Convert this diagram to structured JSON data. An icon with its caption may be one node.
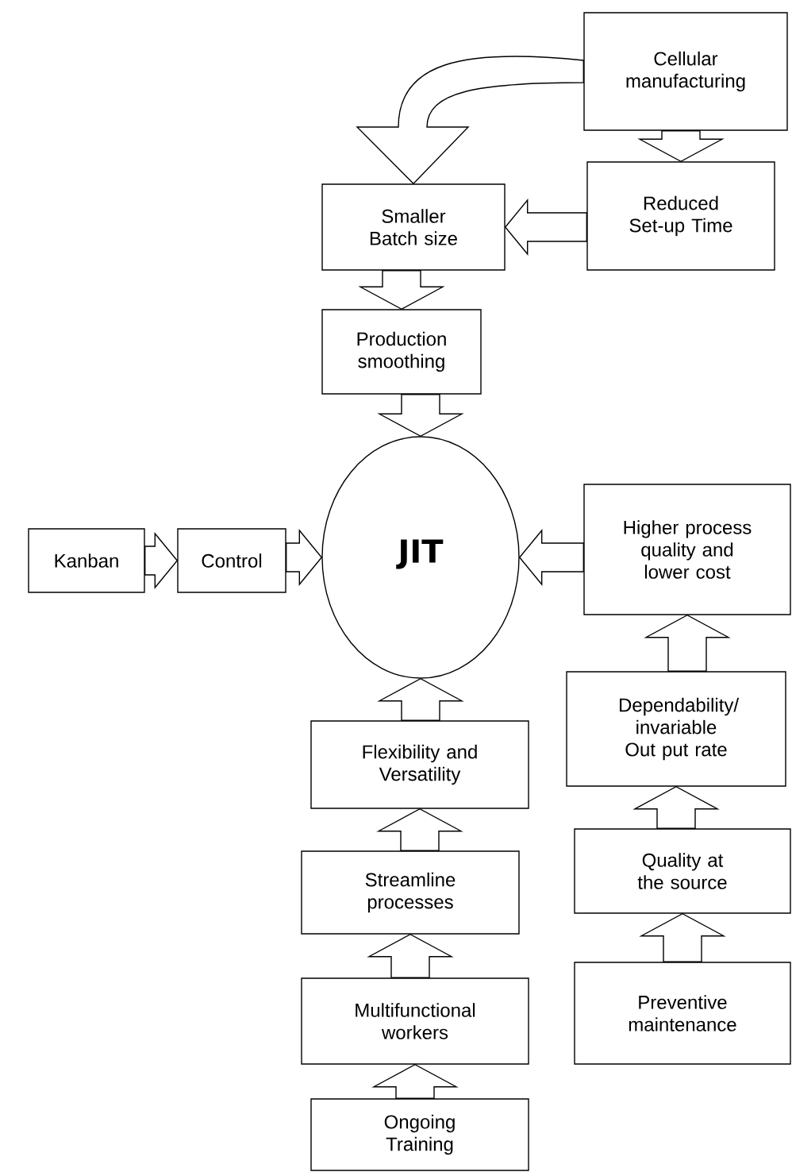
{
  "diagram": {
    "nodes": [
      {
        "text": [
          "Cellular manufacturing"
        ]
      },
      {
        "text": [
          "Reduced Set-up Time"
        ]
      },
      {
        "text": [
          "Smaller Batch size"
        ]
      },
      {
        "text": [
          "Production smoothing"
        ]
      },
      {
        "text": [
          "JIT"
        ]
      },
      {
        "text": [
          "Kanban"
        ]
      },
      {
        "text": [
          "Control"
        ]
      },
      {
        "text": [
          "Higher process quality and lower cost"
        ]
      },
      {
        "text": [
          "Flexibility and Versatility"
        ]
      },
      {
        "text": [
          "Streamline processes"
        ]
      },
      {
        "text": [
          "Multifunctional workers"
        ]
      },
      {
        "text": [
          "Ongoing Training"
        ]
      },
      {
        "text": [
          "Dependability/ invariable Out put rate"
        ]
      },
      {
        "text": [
          "Quality at the source"
        ]
      },
      {
        "text": [
          "Preventive maintenance"
        ]
      }
    ],
    "edges": [
      {
        "from": 0,
        "to": 2,
        "arrow": "to"
      },
      {
        "from": 0,
        "to": 1,
        "arrow": "to"
      },
      {
        "from": 1,
        "to": 2,
        "arrow": "to"
      },
      {
        "from": 2,
        "to": 3,
        "arrow": "to"
      },
      {
        "from": 3,
        "to": 4,
        "arrow": "to"
      },
      {
        "from": 5,
        "to": 6,
        "arrow": "to"
      },
      {
        "from": 6,
        "to": 4,
        "arrow": "to"
      },
      {
        "from": 7,
        "to": 4,
        "arrow": "to"
      },
      {
        "from": 8,
        "to": 4,
        "arrow": "to"
      },
      {
        "from": 9,
        "to": 8,
        "arrow": "to"
      },
      {
        "from": 10,
        "to": 9,
        "arrow": "to"
      },
      {
        "from": 11,
        "to": 10,
        "arrow": "to"
      },
      {
        "from": 12,
        "to": 7,
        "arrow": "to"
      },
      {
        "from": 13,
        "to": 12,
        "arrow": "to"
      },
      {
        "from": 14,
        "to": 13,
        "arrow": "to"
      }
    ]
  }
}
